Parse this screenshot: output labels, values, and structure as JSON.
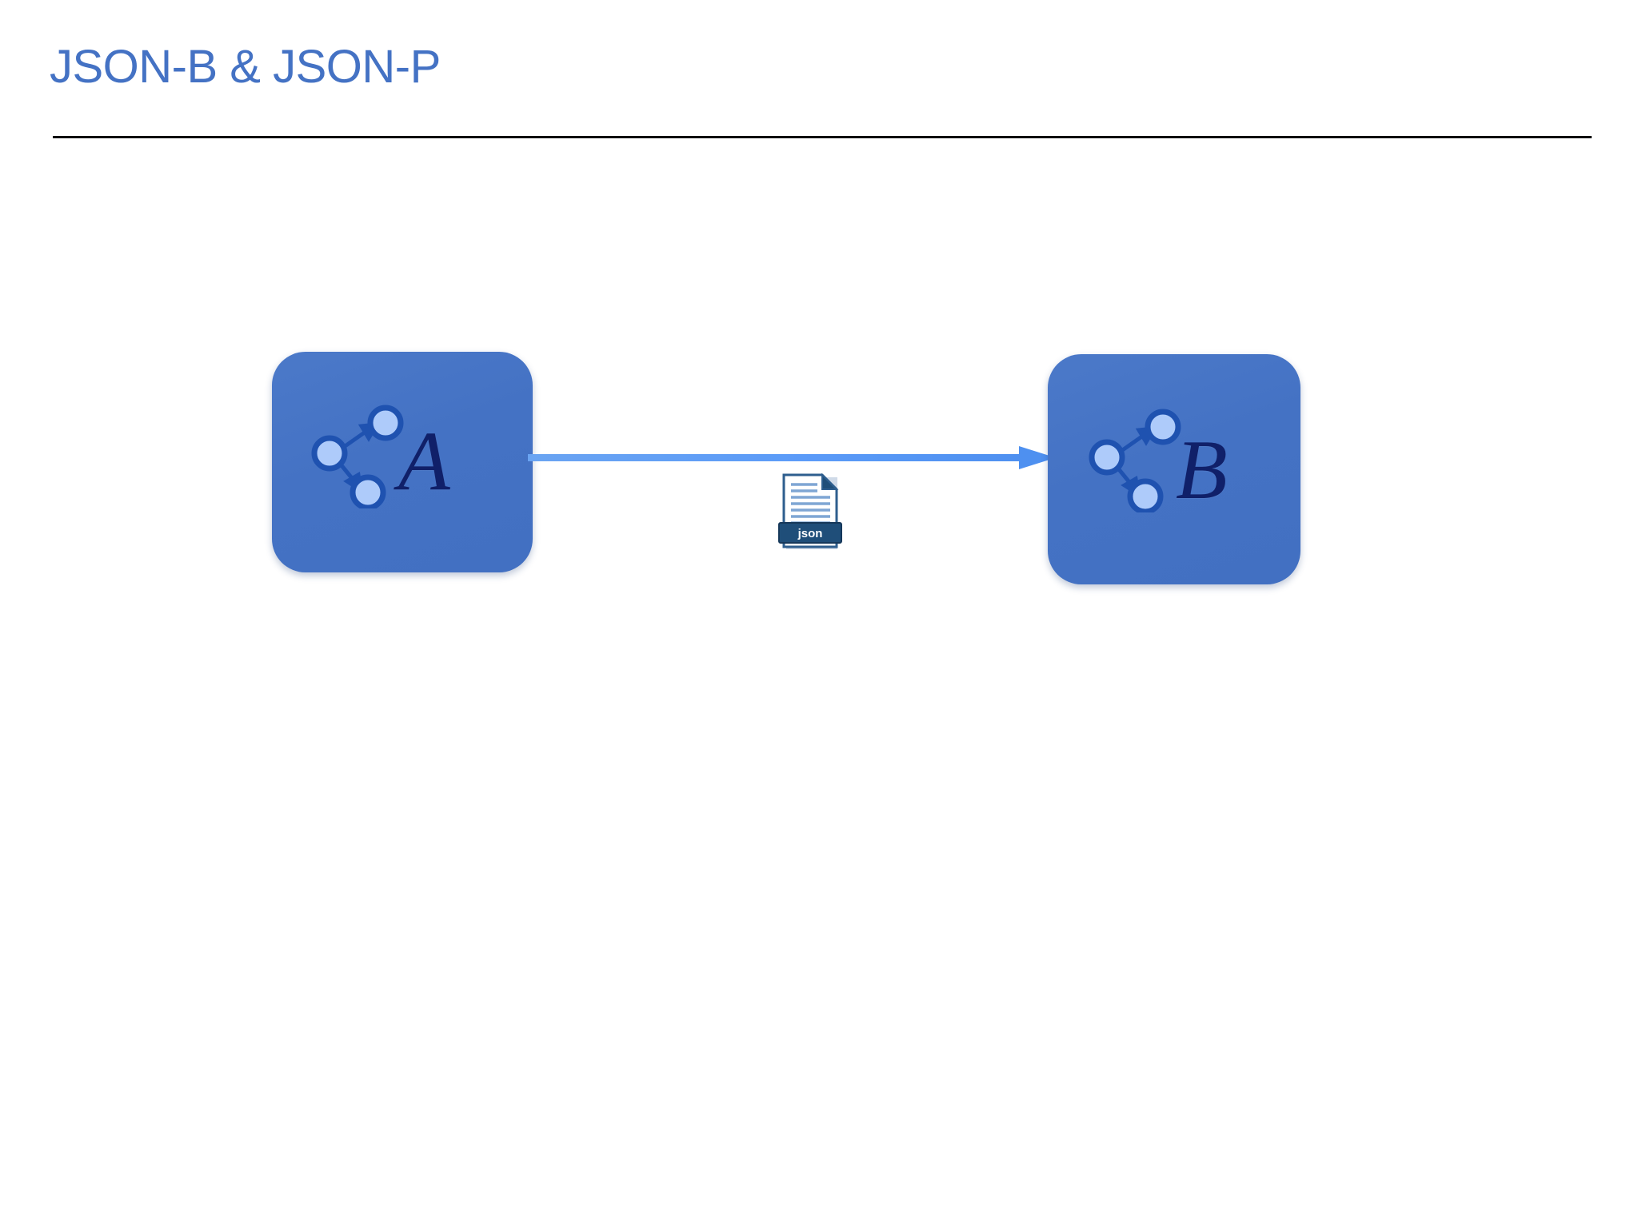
{
  "slide": {
    "title": "JSON-B & JSON-P",
    "background_color": "#FFFFFF",
    "title_color": "#4472C4",
    "rule_color": "#0C0C10"
  },
  "diagram": {
    "type": "flow",
    "description": "Object graph A is serialized to a json file and transferred to object graph B",
    "accent_color": "#4472C4",
    "node_fill_color": "#4472C4",
    "node_letter_color": "#102069",
    "graph_node_fill": "#AECBFA",
    "graph_node_stroke": "#1F52B0",
    "arrow_color": "#5B9BF8",
    "nodes": [
      {
        "id": "a",
        "label": "A",
        "icon": "object-graph-icon",
        "role": "source"
      },
      {
        "id": "b",
        "label": "B",
        "icon": "object-graph-icon",
        "role": "target"
      }
    ],
    "connector": {
      "id": "a-to-b",
      "from": "a",
      "to": "b",
      "direction": "right",
      "style": "solid-arrow",
      "color": "#5B9BF8"
    },
    "payload": {
      "icon": "json-file-icon",
      "label": "json",
      "label_color": "#FFFFFF",
      "banner_color": "#1F4E79",
      "page_color": "#FFFFFF",
      "line_color": "#7FA6D4"
    }
  }
}
